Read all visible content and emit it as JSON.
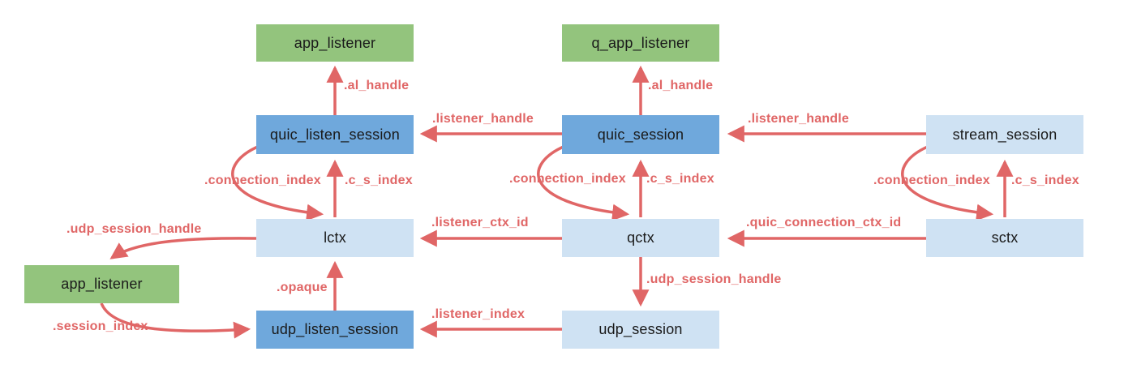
{
  "palette": {
    "node_green": "#93c47d",
    "node_blue": "#6fa8dc",
    "node_light_blue": "#cfe2f3",
    "arrow_red": "#e06666",
    "text_dark": "#1a1a1a",
    "background": "#ffffff"
  },
  "diagram": {
    "nodes": [
      {
        "id": "app-listener-top",
        "label": "app_listener",
        "style": "green"
      },
      {
        "id": "q-app-listener",
        "label": "q_app_listener",
        "style": "green"
      },
      {
        "id": "quic-listen-session",
        "label": "quic_listen_session",
        "style": "blue"
      },
      {
        "id": "quic-session",
        "label": "quic_session",
        "style": "blue"
      },
      {
        "id": "stream-session",
        "label": "stream_session",
        "style": "light"
      },
      {
        "id": "lctx",
        "label": "lctx",
        "style": "light"
      },
      {
        "id": "qctx",
        "label": "qctx",
        "style": "light"
      },
      {
        "id": "sctx",
        "label": "sctx",
        "style": "light"
      },
      {
        "id": "app-listener-bottom",
        "label": "app_listener",
        "style": "green"
      },
      {
        "id": "udp-listen-session",
        "label": "udp_listen_session",
        "style": "blue"
      },
      {
        "id": "udp-session",
        "label": "udp_session",
        "style": "light"
      }
    ],
    "edges": [
      {
        "label": ".al_handle",
        "from": "quic_listen_session",
        "to": "app_listener"
      },
      {
        "label": ".al_handle",
        "from": "quic_session",
        "to": "q_app_listener"
      },
      {
        "label": ".listener_handle",
        "from": "quic_session",
        "to": "quic_listen_session"
      },
      {
        "label": ".listener_handle",
        "from": "stream_session",
        "to": "quic_session"
      },
      {
        "label": ".connection_index",
        "from": "quic_listen_session",
        "to": "lctx"
      },
      {
        "label": ".c_s_index",
        "from": "lctx",
        "to": "quic_listen_session"
      },
      {
        "label": ".connection_index",
        "from": "quic_session",
        "to": "qctx"
      },
      {
        "label": ".c_s_index",
        "from": "qctx",
        "to": "quic_session"
      },
      {
        "label": ".connection_index",
        "from": "stream_session",
        "to": "sctx"
      },
      {
        "label": ".c_s_index",
        "from": "sctx",
        "to": "stream_session"
      },
      {
        "label": ".listener_ctx_id",
        "from": "qctx",
        "to": "lctx"
      },
      {
        "label": ".quic_connection_ctx_id",
        "from": "sctx",
        "to": "qctx"
      },
      {
        "label": ".udp_session_handle",
        "from": "lctx",
        "to": "app_listener"
      },
      {
        "label": ".opaque",
        "from": "udp_listen_session",
        "to": "lctx"
      },
      {
        "label": ".udp_session_handle",
        "from": "qctx",
        "to": "udp_session"
      },
      {
        "label": ".listener_index",
        "from": "udp_session",
        "to": "udp_listen_session"
      },
      {
        "label": ".session_index",
        "from": "app_listener",
        "to": "udp_listen_session"
      }
    ]
  }
}
